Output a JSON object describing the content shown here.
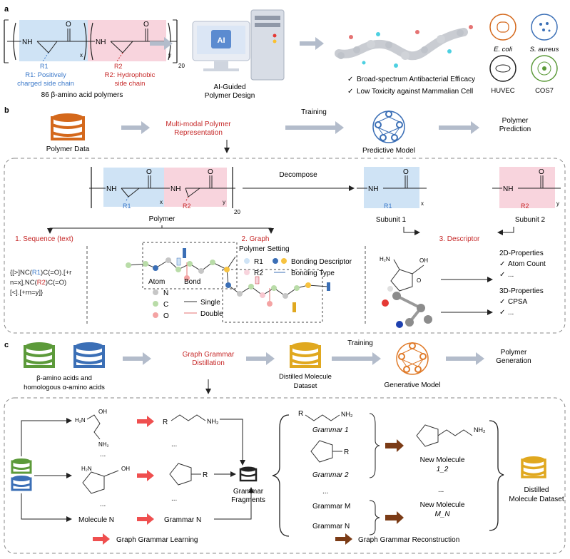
{
  "panels": {
    "a": "a",
    "b": "b",
    "c": "c"
  },
  "a": {
    "subscript_x": "x",
    "subscript_y": "y",
    "subscript_20": "20",
    "nh": "NH",
    "o": "O",
    "r1": "R1",
    "r2": "R2",
    "r1_desc": [
      "R1: Positively",
      "charged side chain"
    ],
    "r2_desc": [
      "R2: Hydrophobic",
      "side chain"
    ],
    "polymer_count": "86 β-amino acid polymers",
    "ai_badge": "AI",
    "ai_label": [
      "AI-Guided",
      "Polymer Design"
    ],
    "checks": [
      "Broad-spectrum Antibacterial Efficacy",
      "Low Toxicity against Mammalian Cell"
    ],
    "check_mark": "✓",
    "organisms": [
      "E. coli",
      "S. aureus",
      "HUVEC",
      "COS7"
    ]
  },
  "b": {
    "polymer_data": "Polymer Data",
    "multimodal": [
      "Multi-modal Polymer",
      "Representation"
    ],
    "training": "Training",
    "predictive_model": "Predictive Model",
    "polymer_prediction": [
      "Polymer",
      "Prediction"
    ],
    "decompose": "Decompose",
    "polymer_label": "Polymer",
    "subunit1": "Subunit 1",
    "subunit2": "Subunit 2",
    "seq_title": "1. Sequence (text)",
    "graph_title": "2. Graph",
    "desc_title": "3. Descriptor",
    "seq_lines": [
      [
        {
          "t": "{[>]NC(",
          "c": "#222"
        },
        {
          "t": "R1",
          "c": "#3a78c9"
        },
        {
          "t": ")C(=O).[+r",
          "c": "#222"
        }
      ],
      [
        {
          "t": "n=x],NC(",
          "c": "#222"
        },
        {
          "t": "R2",
          "c": "#c62828"
        },
        {
          "t": ")C(=O)",
          "c": "#222"
        }
      ],
      [
        {
          "t": "[<].[+rn=y]}",
          "c": "#222"
        }
      ]
    ],
    "polymer_setting": "Polymer Setting",
    "setting_r1": "R1",
    "setting_r2": "R2",
    "bonding_descriptor": "Bonding Descriptor",
    "bonding_type": "Bonding Type",
    "atom_title": "Atom",
    "bond_title": "Bond",
    "atoms": [
      "N",
      "C",
      "O"
    ],
    "bonds": [
      "Single",
      "Double"
    ],
    "mol_labels": {
      "h2n": "H₂N",
      "oh": "OH",
      "o": "O"
    },
    "props2d": "2D-Properties",
    "props2d_items": [
      "Atom Count",
      "..."
    ],
    "props3d": "3D-Properties",
    "props3d_items": [
      "CPSA",
      "..."
    ]
  },
  "c": {
    "aa_label": [
      "β-amino acids and",
      "homologous α-amino acids"
    ],
    "ggd": [
      "Graph Grammar",
      "Distillation"
    ],
    "distilled_dataset": [
      "Distilled Molecule",
      "Dataset"
    ],
    "training": "Training",
    "generative_model": "Generative Model",
    "polymer_generation": [
      "Polymer",
      "Generation"
    ],
    "dots": "...",
    "molecule_n": "Molecule N",
    "grammar_n": "Grammar N",
    "r": "R",
    "nh2": "NH₂",
    "h2n": "H₂N",
    "oh": "OH",
    "grammar_fragments": [
      "Grammar",
      "Fragments"
    ],
    "grammars": [
      "Grammar 1",
      "Grammar 2",
      "Grammar M",
      "Grammar N"
    ],
    "new_mol_1": [
      "New Molecule",
      "1_2"
    ],
    "new_mol_2": [
      "New Molecule",
      "M_N"
    ],
    "distilled_dataset2": [
      "Distilled",
      "Molecule  Dataset"
    ],
    "legend_learning": "Graph Grammar Learning",
    "legend_reconstruction": "Graph Grammar Reconstruction"
  },
  "colors": {
    "r1_box": "#cfe3f5",
    "r2_box": "#f8d4dd",
    "red_text": "#c62828",
    "blue_text": "#3a78c9",
    "orange_db": "#d4681b",
    "blue_db": "#3b6fb6",
    "green_db": "#5c9a3a",
    "gold_db": "#e0a81f",
    "model_blue": "#3b6fb6",
    "model_orange": "#e07b2a",
    "grey_arrow": "#b3bccb",
    "red_arrow": "#ef4f4f",
    "brown_arrow": "#7b3b16"
  },
  "icons": {
    "database": "database-icon",
    "server": "server-icon",
    "neural_net": "neural-network-icon",
    "petri": "petri-dish-icon"
  }
}
